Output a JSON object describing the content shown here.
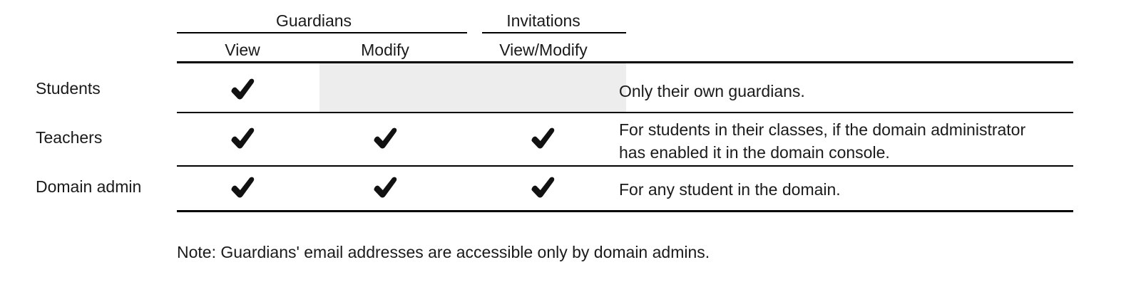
{
  "table": {
    "column_groups": [
      {
        "label": "Guardians",
        "spans": [
          "View",
          "Modify"
        ]
      },
      {
        "label": "Invitations",
        "spans": [
          "View/Modify"
        ]
      }
    ],
    "columns": [
      {
        "key": "role",
        "label": ""
      },
      {
        "key": "view",
        "label": "View"
      },
      {
        "key": "modify",
        "label": "Modify"
      },
      {
        "key": "view_modify",
        "label": "View/Modify"
      },
      {
        "key": "notes",
        "label": ""
      }
    ],
    "rows": [
      {
        "role": "Students",
        "view": "check",
        "modify": "shaded",
        "view_modify": "shaded",
        "notes": [
          "Only their own guardians."
        ]
      },
      {
        "role": "Teachers",
        "view": "check",
        "modify": "check",
        "view_modify": "check",
        "notes": [
          "For students in their classes, if the domain administrator",
          "has enabled it in the domain console."
        ]
      },
      {
        "role": "Domain admin",
        "view": "check",
        "modify": "check",
        "view_modify": "check",
        "notes": [
          "For any student in the domain."
        ]
      }
    ],
    "check_icon_name": "heavy-check-mark-icon",
    "shaded_color": "#ededed",
    "rule_color": "#000000",
    "text_color": "#1a1a1a"
  },
  "footnote": {
    "text": "Note: Guardians' email addresses are accessible only by domain admins."
  }
}
